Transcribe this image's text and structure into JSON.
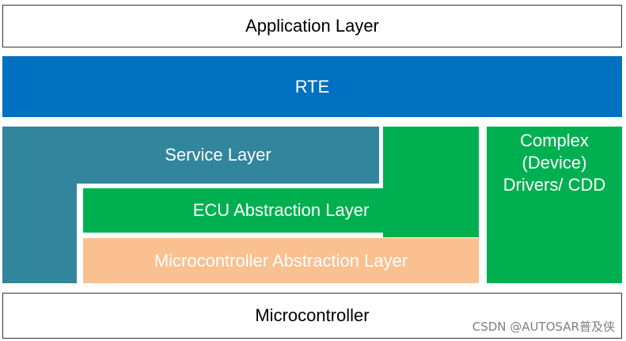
{
  "layers": {
    "application": "Application Layer",
    "rte": "RTE",
    "service": "Service Layer",
    "ecu_abstraction": "ECU Abstraction Layer",
    "mcal": "Microcontroller Abstraction Layer",
    "complex_drivers": [
      "Complex",
      "(Device)",
      "Drivers/ CDD"
    ],
    "microcontroller": "Microcontroller"
  },
  "watermark": "CSDN @AUTOSAR普及侠",
  "colors": {
    "rte": "#0070c0",
    "service": "#31859c",
    "ecu": "#00b050",
    "mcal": "#fac090",
    "cdd": "#00b050"
  }
}
